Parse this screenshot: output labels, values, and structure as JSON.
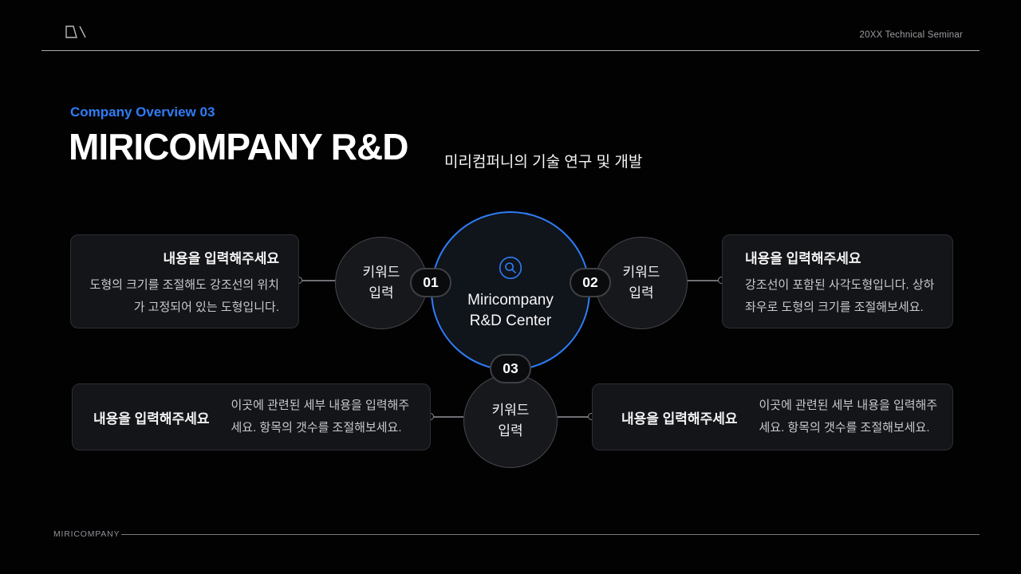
{
  "colors": {
    "accent": "#2e7df6",
    "background": "#020203"
  },
  "header": {
    "logo": "miricompany-logo",
    "event_label": "20XX Technical Seminar"
  },
  "title_block": {
    "eyebrow": "Company Overview 03",
    "title": "MIRICOMPANY R&D",
    "subtitle": "미리컴퍼니의 기술 연구 및 개발"
  },
  "diagram": {
    "center": {
      "icon": "search-icon",
      "line1": "Miricompany",
      "line2": "R&D Center"
    },
    "keyword": {
      "line1": "키워드",
      "line2": "입력"
    },
    "badges": [
      "01",
      "02",
      "03"
    ],
    "cards": {
      "top_left": {
        "title": "내용을 입력해주세요",
        "body_lines": [
          "도형의 크기를 조절해도 강조선의 위치",
          "가 고정되어 있는 도형입니다."
        ]
      },
      "top_right": {
        "title": "내용을 입력해주세요",
        "body_lines": [
          "강조선이 포함된 사각도형입니다. 상하",
          "좌우로 도형의 크기를 조절해보세요."
        ]
      },
      "bottom_left": {
        "title": "내용을 입력해주세요",
        "body_lines": [
          "이곳에 관련된 세부 내용을 입력해주",
          "세요. 항목의 갯수를 조절해보세요."
        ]
      },
      "bottom_right": {
        "title": "내용을 입력해주세요",
        "body_lines": [
          "이곳에 관련된 세부 내용을 입력해주",
          "세요. 항목의 갯수를 조절해보세요."
        ]
      }
    }
  },
  "footer": {
    "brand": "MIRICOMPANY"
  }
}
